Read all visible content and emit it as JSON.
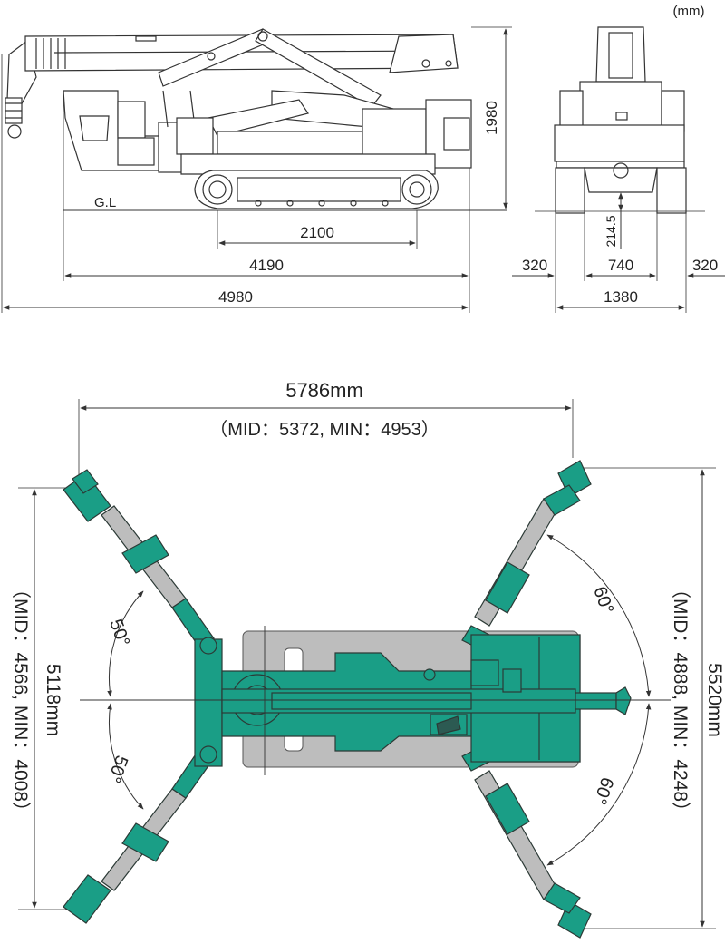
{
  "unit": "(mm)",
  "side_view": {
    "ground_label": "G.L",
    "track_length": "2100",
    "body_length": "4190",
    "overall_length": "4980",
    "height": "1980"
  },
  "front_view": {
    "clearance": "214.5",
    "left_offset": "320",
    "track_gauge": "740",
    "right_offset": "320",
    "overall_width": "1380"
  },
  "top_view": {
    "width_max": "5786mm",
    "width_alt": "（MID：5372, MIN：4953）",
    "left_depth_max": "5118mm",
    "left_depth_alt": "（MID：4566, MIN：4008）",
    "right_depth_max": "5520mm",
    "right_depth_alt": "（MID：4888, MIN：4248）",
    "angle_left_upper": "50°",
    "angle_left_lower": "50°",
    "angle_right_upper": "60°",
    "angle_right_lower": "60°"
  },
  "colors": {
    "teal": "#1a9e86",
    "gray": "#bdbdbd",
    "line": "#333333"
  }
}
